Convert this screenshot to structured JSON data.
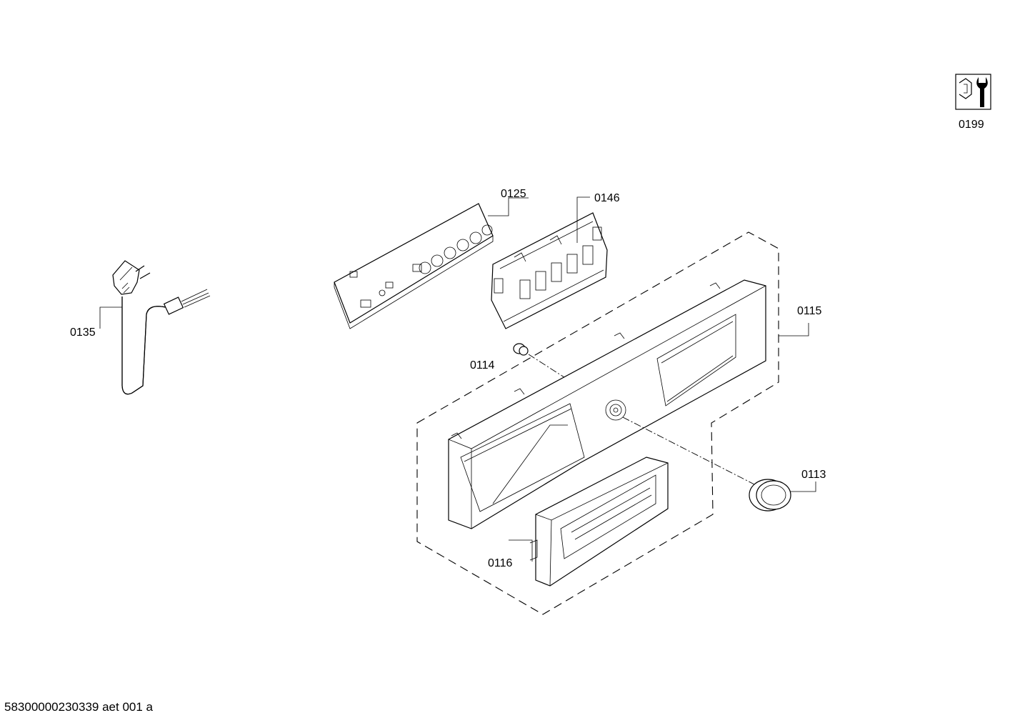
{
  "labels": {
    "p0199": "0199",
    "p0125": "0125",
    "p0146": "0146",
    "p0115": "0115",
    "p0135": "0135",
    "p0114": "0114",
    "p0113": "0113",
    "p0116": "0116"
  },
  "footer": "58300000230339 aet 001 a",
  "icons": {
    "service": "nut-wrench-icon"
  }
}
